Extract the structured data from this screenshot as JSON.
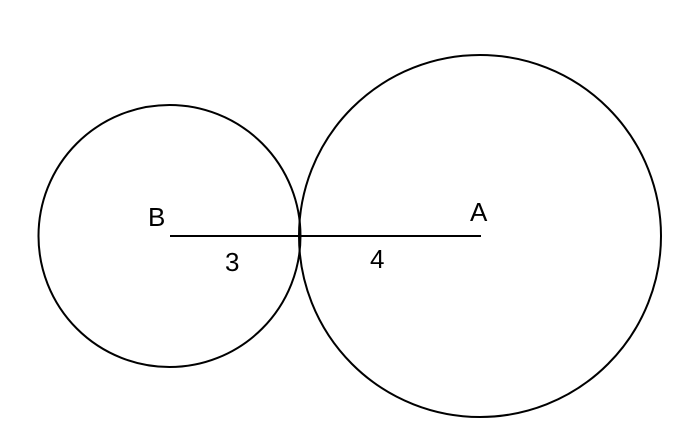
{
  "diagram": {
    "circle_b": {
      "label": "B",
      "radius_label": "3"
    },
    "circle_a": {
      "label": "A",
      "radius_label": "4"
    },
    "colors": {
      "stroke": "#000000",
      "background": "#ffffff"
    }
  }
}
